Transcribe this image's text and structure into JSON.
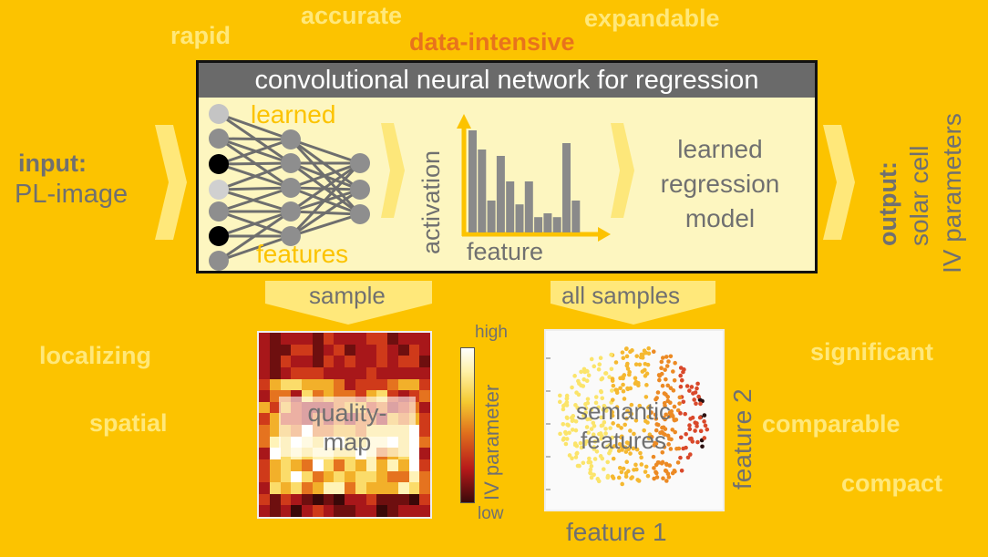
{
  "keywords": {
    "rapid": "rapid",
    "accurate": "accurate",
    "data_intensive": "data-intensive",
    "expandable": "expandable",
    "localizing": "localizing",
    "spatial": "spatial",
    "significant": "significant",
    "comparable": "comparable",
    "compact": "compact"
  },
  "input": {
    "head": "input:",
    "body": "PL-image"
  },
  "output": {
    "head": "output:",
    "line1": "solar cell",
    "line2": "IV parameters"
  },
  "cnn": {
    "title": "convolutional neural network for regression",
    "learned": "learned",
    "features": "features",
    "activation": "activation",
    "feature": "feature",
    "model_line1": "learned",
    "model_line2": "regression",
    "model_line3": "model",
    "bar_values": [
      8,
      6.5,
      2.5,
      6,
      4,
      2.2,
      4,
      1.2,
      1.5,
      1.2,
      7,
      2.5
    ]
  },
  "sample_label": "sample",
  "all_samples_label": "all samples",
  "quality_map": {
    "line1": "quality-",
    "line2": "map"
  },
  "colorbar": {
    "high": "high",
    "low": "low",
    "label": "IV parameter"
  },
  "semantic": {
    "line1": "semantic",
    "line2": "features",
    "xlabel": "feature 1",
    "ylabel": "feature 2"
  },
  "colors": {
    "background": "#fcc300",
    "keyword": "#ffe87a",
    "highlight": "#e8731c",
    "text_gray": "#707070"
  }
}
